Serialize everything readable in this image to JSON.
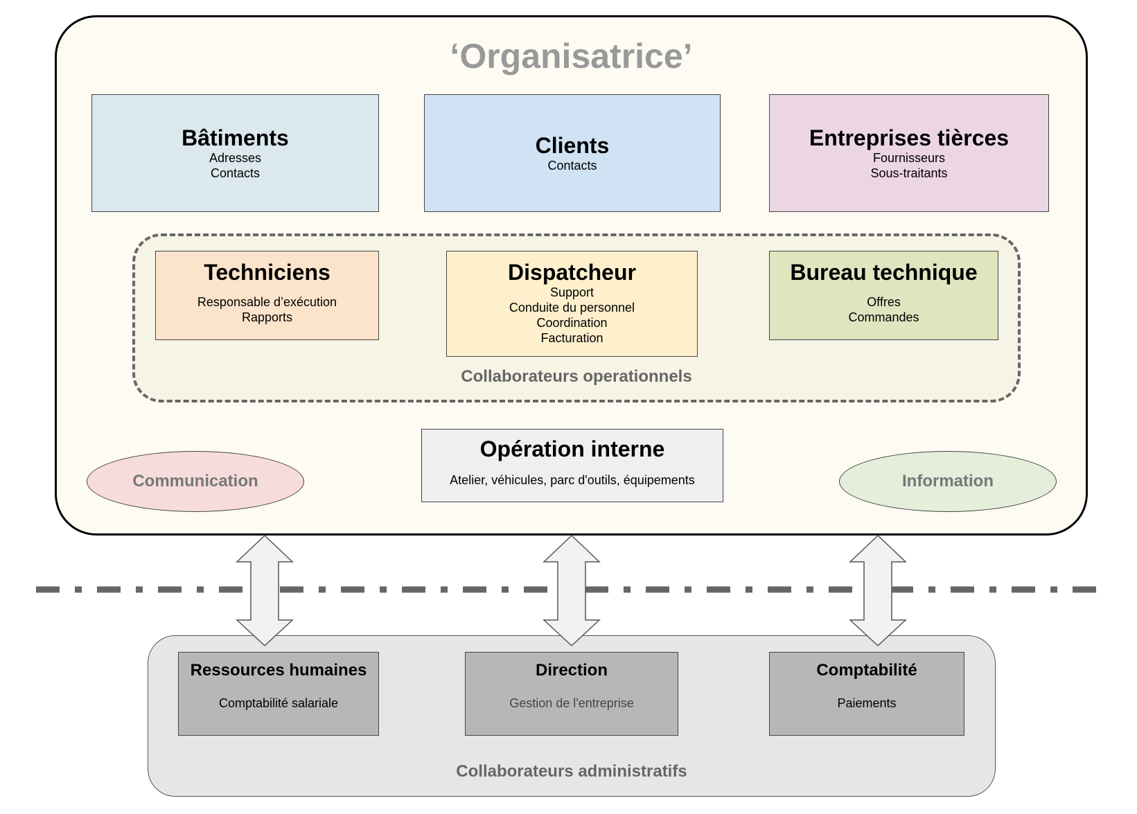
{
  "title": "‘Organisatrice’",
  "top_boxes": {
    "batiments": {
      "heading": "Bâtiments",
      "lines": [
        "Adresses",
        "Contacts"
      ]
    },
    "clients": {
      "heading": "Clients",
      "lines": [
        "Contacts"
      ]
    },
    "entreprises": {
      "heading": "Entreprises tièrces",
      "lines": [
        "Fournisseurs",
        "Sous-traitants"
      ]
    }
  },
  "operational": {
    "label": "Collaborateurs operationnels",
    "techniciens": {
      "heading": "Techniciens",
      "lines": [
        "Responsable d’exécution",
        "Rapports"
      ]
    },
    "dispatcheur": {
      "heading": "Dispatcheur",
      "lines": [
        "Support",
        "Conduite du personnel",
        "Coordination",
        "Facturation"
      ]
    },
    "bureau": {
      "heading": "Bureau technique",
      "lines": [
        "Offres",
        "Commandes"
      ]
    }
  },
  "operation_interne": {
    "heading": "Opération interne",
    "line": "Atelier, véhicules, parc d'outils, équipements"
  },
  "ellipses": {
    "communication": "Communication",
    "information": "Information"
  },
  "administrative": {
    "label": "Collaborateurs administratifs",
    "rh": {
      "heading": "Ressources humaines",
      "line": "Comptabilité salariale"
    },
    "direction": {
      "heading": "Direction",
      "line": "Gestion de l'entreprise"
    },
    "comptabilite": {
      "heading": "Comptabilité",
      "line": "Paiements"
    }
  },
  "colors": {
    "outer_fill": "#fdfbf2",
    "batiments": "#dbe8ed",
    "clients": "#d0e3f4",
    "entreprises": "#ecd6e4",
    "techniciens": "#fce3cb",
    "dispatcheur": "#fef0cc",
    "bureau": "#dfe5bf",
    "communication": "#f6dcdb",
    "information": "#e4eedb",
    "admin_box": "#b7b7b7",
    "separator": "#666666"
  }
}
